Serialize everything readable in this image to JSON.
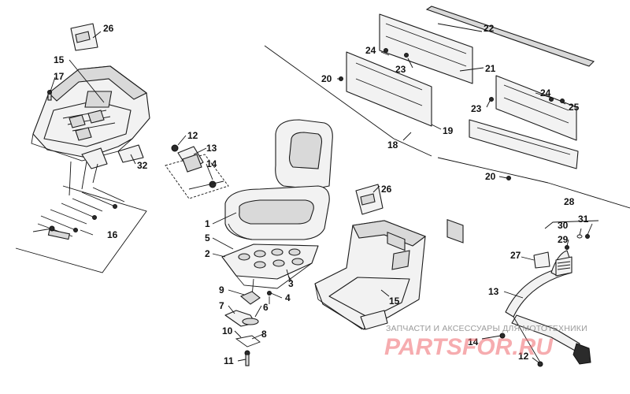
{
  "callouts": {
    "c1": "1",
    "c2": "2",
    "c3": "3",
    "c4": "4",
    "c5": "5",
    "c6": "6",
    "c7": "7",
    "c8": "8",
    "c9": "9",
    "c10": "10",
    "c11": "11",
    "c12a": "12",
    "c12b": "12",
    "c13a": "13",
    "c13b": "13",
    "c14a": "14",
    "c14b": "14",
    "c15a": "15",
    "c15b": "15",
    "c16": "16",
    "c17": "17",
    "c18": "18",
    "c19": "19",
    "c20a": "20",
    "c20b": "20",
    "c21": "21",
    "c22": "22",
    "c23a": "23",
    "c23b": "23",
    "c24a": "24",
    "c24b": "24",
    "c25": "25",
    "c26a": "26",
    "c26b": "26",
    "c27": "27",
    "c28": "28",
    "c29": "29",
    "c30": "30",
    "c31": "31",
    "c32": "32"
  },
  "watermark": {
    "tagline": "ЗАПЧАСТИ И АКСЕССУАРЫ ДЛЯ МОТОТЕХНИКИ",
    "logo": "PARTSFOR.RU"
  }
}
